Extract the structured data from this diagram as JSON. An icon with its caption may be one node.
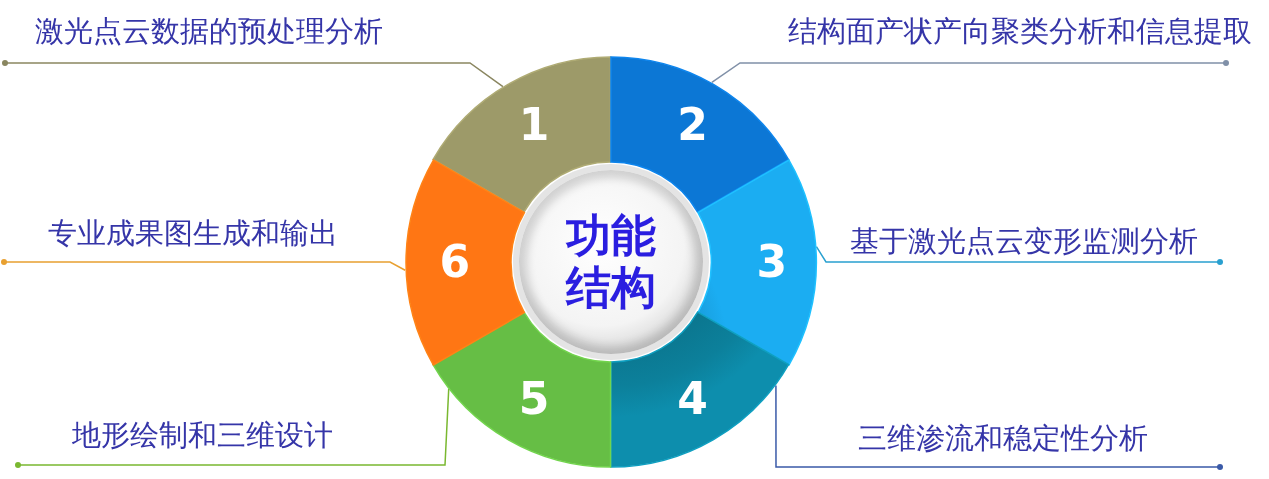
{
  "diagram": {
    "nodes": [
      {
        "text": [
          "功能结构"
        ]
      },
      {
        "text": [
          "1"
        ]
      },
      {
        "text": [
          "2"
        ]
      },
      {
        "text": [
          "3"
        ]
      },
      {
        "text": [
          "4"
        ]
      },
      {
        "text": [
          "5"
        ]
      },
      {
        "text": [
          "6"
        ]
      },
      {
        "text": [
          "激光点云数据的预处理分析"
        ]
      },
      {
        "text": [
          "结构面产状产向聚类分析和信息提取"
        ]
      },
      {
        "text": [
          "基于激光点云变形监测分析"
        ]
      },
      {
        "text": [
          "三维渗流和稳定性分析"
        ]
      },
      {
        "text": [
          "地形绘制和三维设计"
        ]
      },
      {
        "text": [
          "专业成果图生成和输出"
        ]
      }
    ],
    "edges": [
      {
        "from": 7,
        "to": 1,
        "arrow": "other",
        "color": "#8a8660"
      },
      {
        "from": 8,
        "to": 2,
        "arrow": "other",
        "color": "#8090a8"
      },
      {
        "from": 9,
        "to": 3,
        "arrow": "other",
        "color": "#29a0d0"
      },
      {
        "from": 10,
        "to": 4,
        "arrow": "other",
        "color": "#3a5aa8"
      },
      {
        "from": 11,
        "to": 5,
        "arrow": "other",
        "color": "#7ab830"
      },
      {
        "from": 12,
        "to": 6,
        "arrow": "other",
        "color": "#e8a030"
      }
    ]
  }
}
